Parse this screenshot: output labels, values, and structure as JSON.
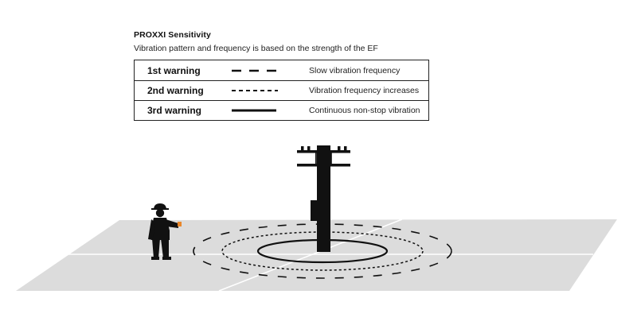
{
  "header": {
    "title": "PROXXI Sensitivity",
    "subtitle": "Vibration pattern and frequency is based on the strength of the EF"
  },
  "legend": {
    "rows": [
      {
        "level": "1st warning",
        "pattern": "long-dash",
        "description": "Slow vibration frequency"
      },
      {
        "level": "2nd warning",
        "pattern": "short-dash",
        "description": "Vibration frequency increases"
      },
      {
        "level": "3rd warning",
        "pattern": "solid",
        "description": "Continuous non-stop vibration"
      }
    ]
  },
  "illustration": {
    "icons": [
      "worker-icon",
      "utility-pole-icon",
      "ground-plane"
    ],
    "colors": {
      "ground": "#dcdcdc",
      "ink": "#111111"
    }
  }
}
